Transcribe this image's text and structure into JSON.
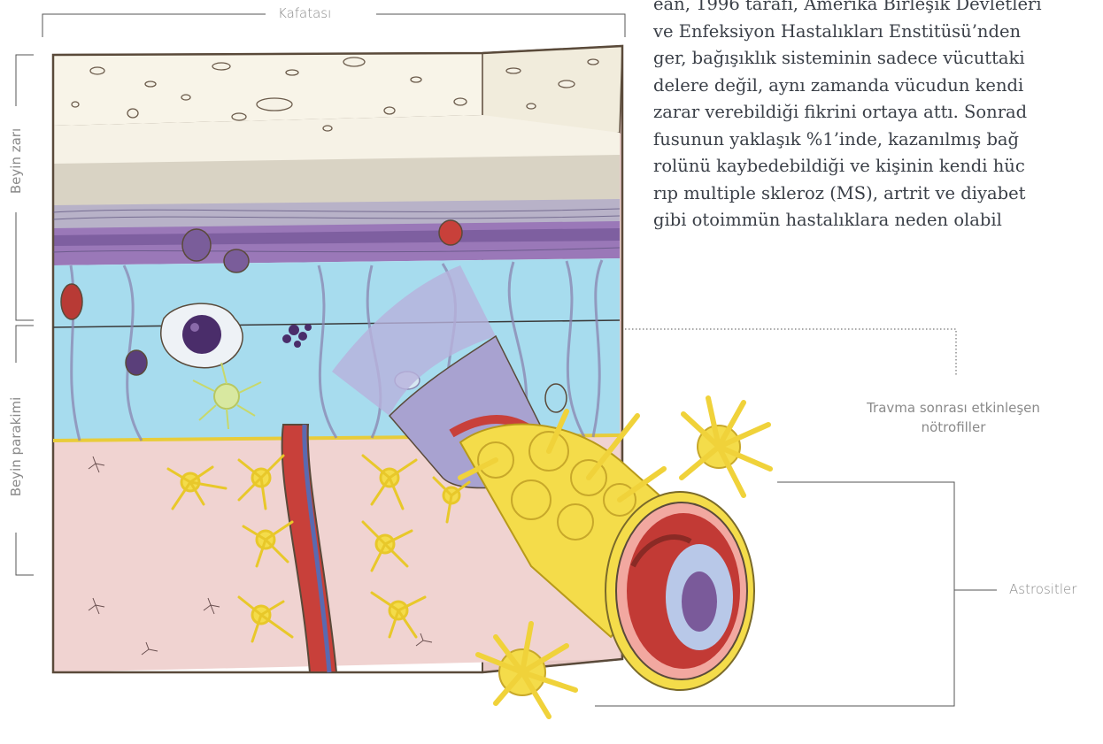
{
  "labels": {
    "skull": "Kafatası",
    "meninges": "Beyin zarı",
    "parenchyma": "Beyin parakimi",
    "neutrophils": [
      "Travma sonrası etkinleşen",
      "nötrofiller"
    ],
    "astrocytes": "Astrositler"
  },
  "body_text": {
    "lines": [
      "ean, 1996 tarafı, Amerika Birleşik Devletleri",
      "ve Enfeksiyon Hastalıkları Enstitüsü’nden",
      "ger, bağışıklık sisteminin sadece vücuttaki",
      "delere değil, aynı zamanda vücudun kendi",
      "zarar verebildiği fikrini ortaya attı. Sonrad",
      "fusunun yaklaşık %1’inde, kazanılmış bağ",
      "rolünü kaybedebildiği ve kişinin kendi hüc",
      "rıp multiple skleroz (MS), artrit ve diyabet",
      "gibi otoimmün hastalıklara neden olabil"
    ]
  },
  "colors": {
    "skull": "#f6f2e6",
    "dura": "#d9d3c4",
    "arachnoid_purple": "#9a78b8",
    "csf_blue": "#a7dcee",
    "parenchyma_pink": "#f0d3d1",
    "astrocyte_yellow": "#f4dc4a",
    "vessel_red": "#c8403a",
    "outline": "#5a4a3a"
  }
}
